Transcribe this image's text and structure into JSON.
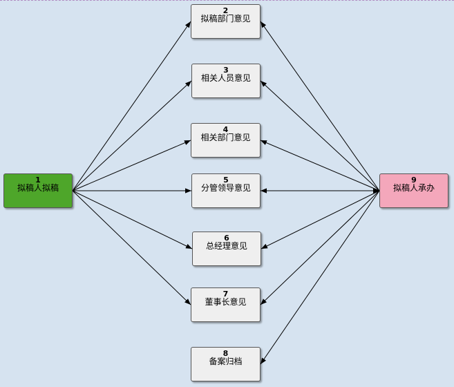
{
  "nodes": [
    {
      "id": "1",
      "label": "拟稿人拟稿",
      "color": "#4ea62a"
    },
    {
      "id": "2",
      "label": "拟稿部门意见",
      "color": "#efefef"
    },
    {
      "id": "3",
      "label": "相关人员意见",
      "color": "#efefef"
    },
    {
      "id": "4",
      "label": "相关部门意见",
      "color": "#efefef"
    },
    {
      "id": "5",
      "label": "分管领导意见",
      "color": "#efefef"
    },
    {
      "id": "6",
      "label": "总经理意见",
      "color": "#efefef"
    },
    {
      "id": "7",
      "label": "董事长意见",
      "color": "#efefef"
    },
    {
      "id": "8",
      "label": "备案归档",
      "color": "#efefef"
    },
    {
      "id": "9",
      "label": "拟稿人承办",
      "color": "#f4a7bb"
    }
  ],
  "edges": [
    {
      "from": "1",
      "to": "2"
    },
    {
      "from": "1",
      "to": "3"
    },
    {
      "from": "1",
      "to": "4"
    },
    {
      "from": "1",
      "to": "5"
    },
    {
      "from": "1",
      "to": "6"
    },
    {
      "from": "1",
      "to": "7"
    },
    {
      "from": "9",
      "to": "2"
    },
    {
      "from": "9",
      "to": "3"
    },
    {
      "from": "9",
      "to": "4"
    },
    {
      "from": "9",
      "to": "5"
    },
    {
      "from": "5",
      "to": "9"
    },
    {
      "from": "9",
      "to": "6"
    },
    {
      "from": "9",
      "to": "7"
    },
    {
      "from": "9",
      "to": "8"
    }
  ]
}
